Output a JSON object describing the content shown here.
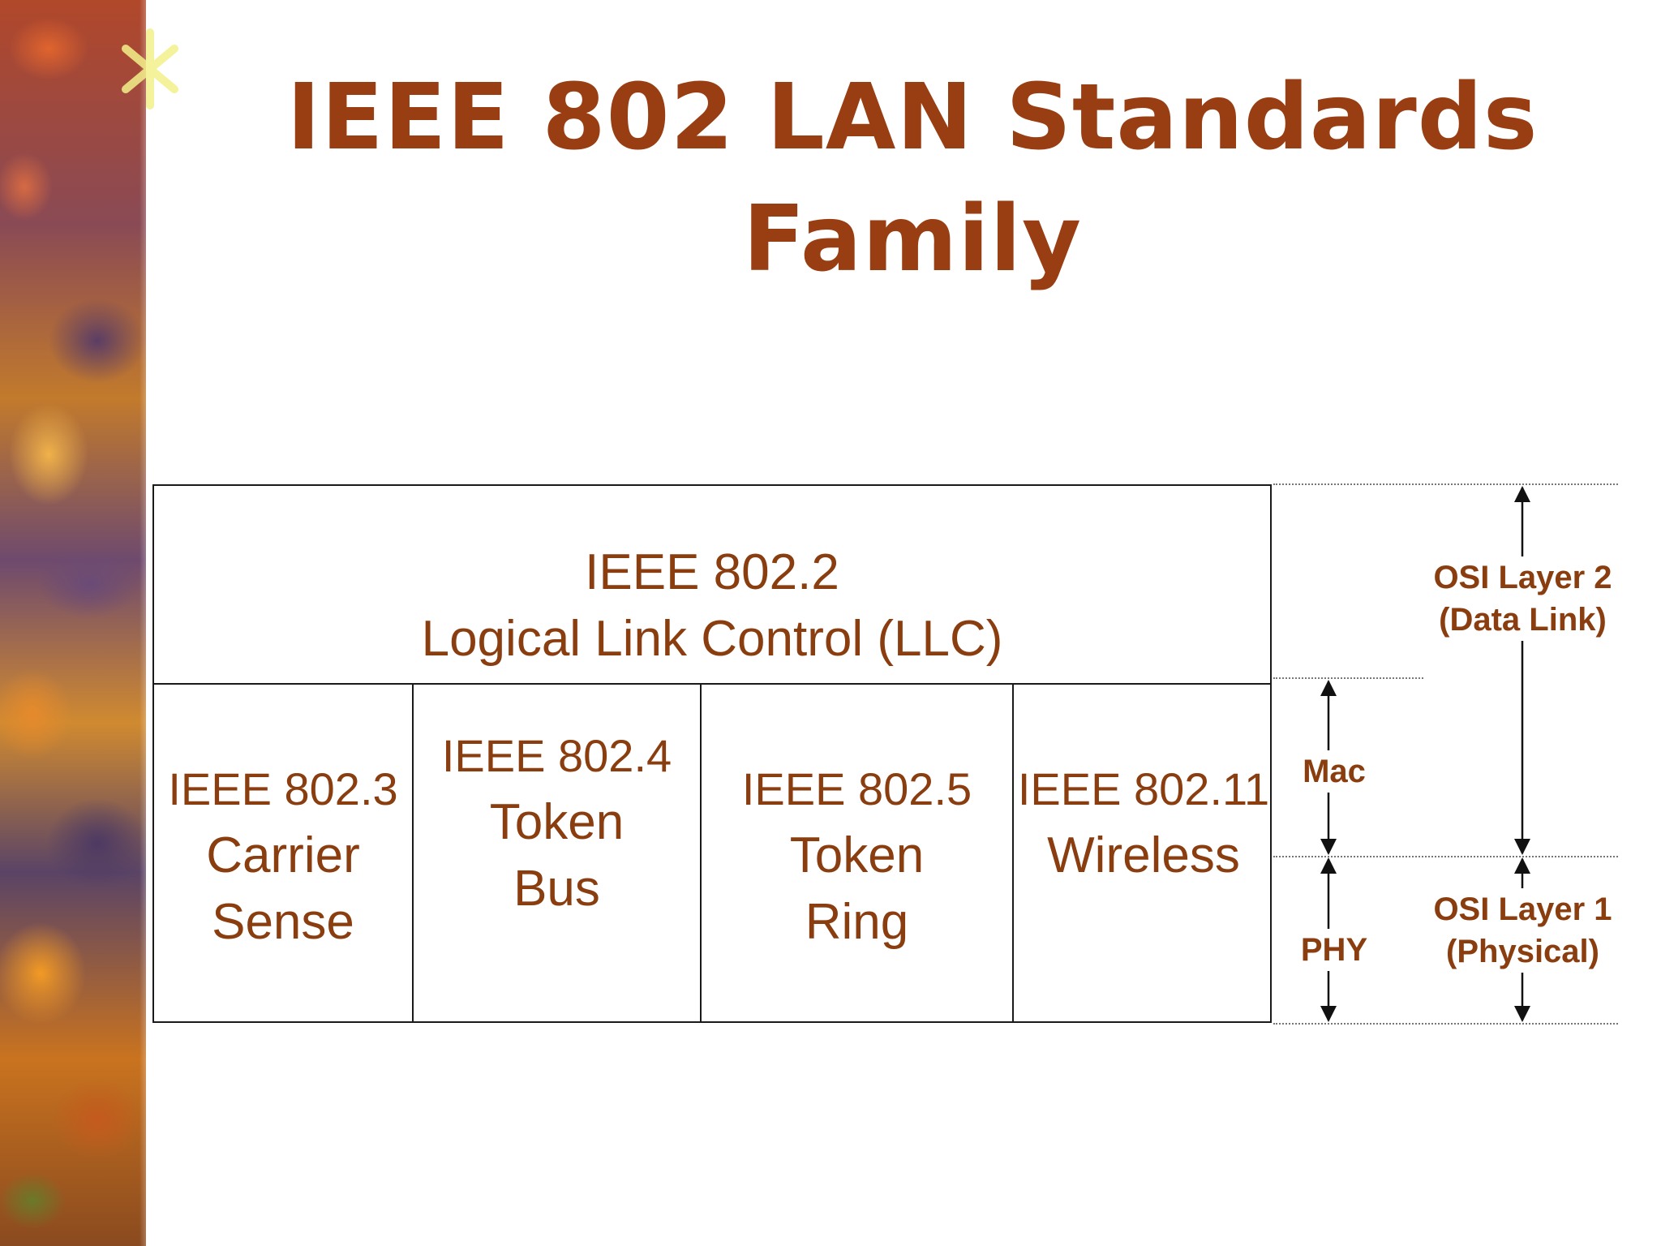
{
  "slide": {
    "title_line1": "IEEE 802 LAN Standards",
    "title_line2": "Family"
  },
  "diagram": {
    "llc": {
      "code": "IEEE 802.2",
      "name": "Logical Link Control (LLC)"
    },
    "mac_standards": [
      {
        "code": "IEEE 802.3",
        "line1": "Carrier",
        "line2": "Sense"
      },
      {
        "code": "IEEE 802.4",
        "line1": "Token",
        "line2": "Bus"
      },
      {
        "code": "IEEE 802.5",
        "line1": "Token",
        "line2": "Ring"
      },
      {
        "code": "IEEE 802.11",
        "line1": "Wireless",
        "line2": ""
      }
    ],
    "sublayers": {
      "mac": "Mac",
      "phy": "PHY"
    },
    "osi_layers": {
      "layer2_line1": "OSI Layer 2",
      "layer2_line2": "(Data Link)",
      "layer1_line1": "OSI Layer 1",
      "layer1_line2": "(Physical)"
    }
  },
  "colors": {
    "title": "#993e12",
    "text": "#8a3d0f",
    "lines": "#1a1a1a"
  }
}
